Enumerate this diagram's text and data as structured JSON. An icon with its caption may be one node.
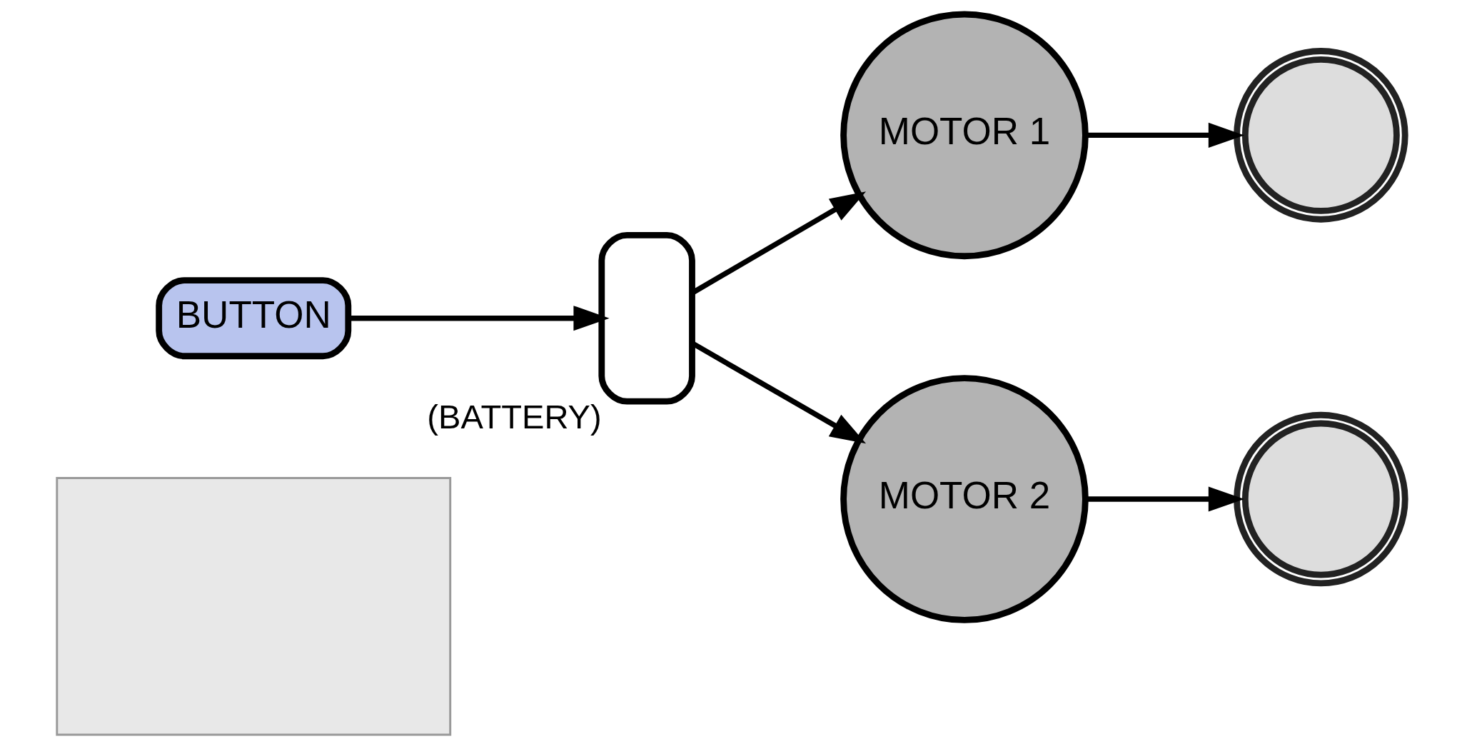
{
  "diagram": {
    "nodes": [
      {
        "text": [],
        "shape": "box"
      },
      {
        "text": [
          "BUTTON"
        ]
      },
      {
        "text": [],
        "shape": "battery",
        "beside": [
          "(BATTERY)"
        ]
      },
      {
        "text": [
          "MOTOR 1"
        ]
      },
      {
        "text": [
          "MOTOR 2"
        ]
      },
      {
        "text": [],
        "shape": "wheel"
      },
      {
        "text": [],
        "shape": "wheel"
      }
    ],
    "edges": [
      {
        "from": 1,
        "to": 2,
        "arrow": "to"
      },
      {
        "from": 2,
        "to": 3,
        "arrow": "to"
      },
      {
        "from": 2,
        "to": 4,
        "arrow": "to"
      },
      {
        "from": 3,
        "to": 5,
        "arrow": "to"
      },
      {
        "from": 4,
        "to": 6,
        "arrow": "to"
      }
    ]
  }
}
